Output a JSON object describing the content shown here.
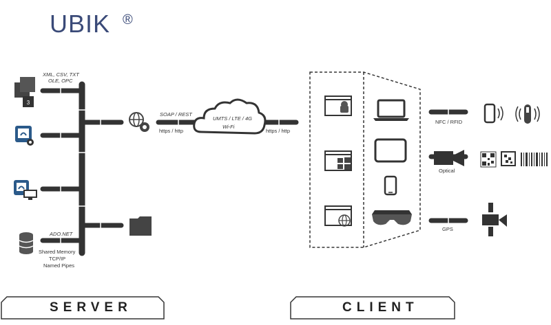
{
  "logo": {
    "text": "UBIK",
    "reg": "®"
  },
  "server": {
    "formats_line1": "XML, CSV, TXT",
    "formats_line2": "OLE, OPC",
    "ado": "ADO.NET",
    "shared_memory": "Shared Memory",
    "tcpip": "TCP/IP",
    "named_pipes": "Named Pipes",
    "banner": "SERVER"
  },
  "link": {
    "soap": "SOAP / REST",
    "https_left": "https / http",
    "cloud_line1": "UMTS / LTE / 4G",
    "cloud_line2": "Wi-Fi",
    "https_right": "https / http"
  },
  "client": {
    "nfc": "NFC / RFID",
    "optical": "Optical",
    "gps": "GPS",
    "banner": "CLIENT"
  },
  "icons": {
    "server_items": [
      "window-stack-icon",
      "settings-device-icon",
      "monitor-device-icon",
      "database-icon"
    ],
    "network": "globe-gear-icon",
    "folder": "folder-icon",
    "os": [
      "android-window-icon",
      "windows-window-icon",
      "web-window-icon"
    ],
    "devices": [
      "laptop-icon",
      "tablet-icon",
      "smartphone-icon",
      "smartglasses-icon"
    ],
    "sensors": [
      "phone-nfc-icon",
      "rfid-tag-icon",
      "camera-icon",
      "qr-code-icon",
      "datamatrix-icon",
      "barcode-icon",
      "satellite-icon"
    ]
  },
  "colors": {
    "brand": "#3a4a78",
    "pipe": "#333333",
    "accent": "#2b5a8a"
  }
}
